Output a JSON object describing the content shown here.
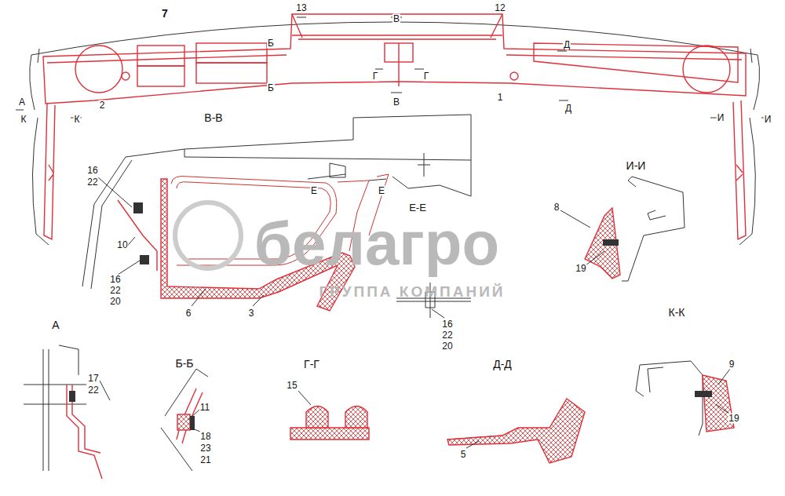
{
  "diagram": {
    "labels": [
      "7",
      "13",
      "12",
      "В",
      "В",
      "Б",
      "Б",
      "Д",
      "Д",
      "Г",
      "Г",
      "А",
      "К",
      "К",
      "И",
      "И",
      "2",
      "1",
      "В-В",
      "16",
      "22",
      "10",
      "16",
      "22",
      "20",
      "6",
      "3",
      "Е",
      "Е",
      "Е-Е",
      "16",
      "22",
      "20",
      "И-И",
      "8",
      "19",
      "К-К",
      "9",
      "19",
      "А",
      "17",
      "22",
      "Б-Б",
      "11",
      "18",
      "23",
      "21",
      "Г-Г",
      "15",
      "Д-Д",
      "5",
      "белагро",
      "ГРУППА КОМПАНИЙ"
    ]
  }
}
